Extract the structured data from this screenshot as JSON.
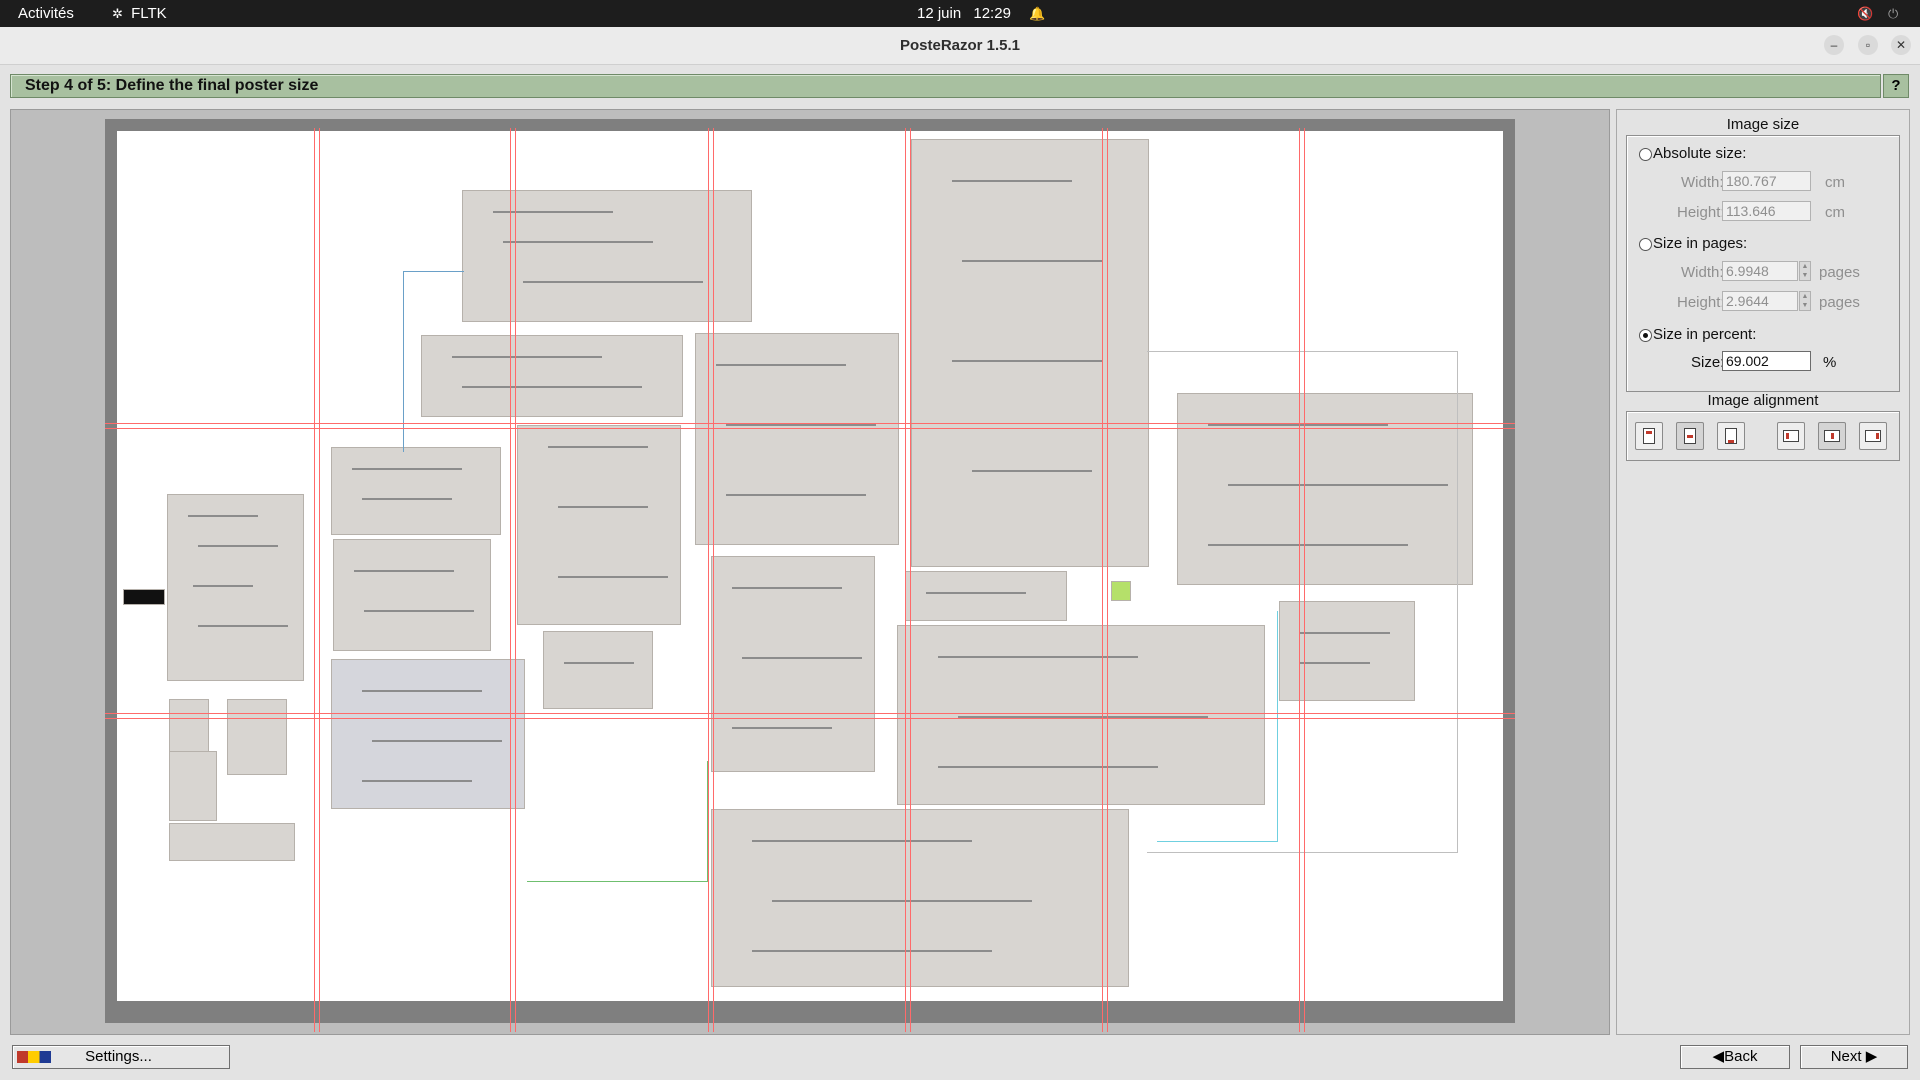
{
  "system_bar": {
    "activities": "Activités",
    "app_name": "FLTK",
    "date": "12 juin",
    "time": "12:29"
  },
  "window": {
    "title": "PosteRazor 1.5.1"
  },
  "step": {
    "title": "Step 4 of 5: Define the final poster size",
    "help_label": "?"
  },
  "image_size": {
    "heading": "Image size",
    "absolute": {
      "label": "Absolute size:",
      "width_label": "Width:",
      "width_value": "180.767",
      "height_label": "Height:",
      "height_value": "113.646",
      "unit": "cm",
      "selected": false
    },
    "pages": {
      "label": "Size in pages:",
      "width_label": "Width:",
      "width_value": "6.9948",
      "height_label": "Height:",
      "height_value": "2.9644",
      "unit": "pages",
      "selected": false
    },
    "percent": {
      "label": "Size in percent:",
      "size_label": "Size:",
      "size_value": "69.002",
      "unit": "%",
      "selected": true
    }
  },
  "image_alignment": {
    "heading": "Image alignment",
    "options": [
      "top",
      "vertical-center",
      "bottom",
      "left",
      "horizontal-center",
      "right"
    ],
    "selected": "vertical-center"
  },
  "footer": {
    "settings_label": "Settings...",
    "back_label": "Back",
    "next_label": "Next"
  },
  "colors": {
    "step_bar": "#a8c0a0",
    "page_grid": "#ff6a6a",
    "preview_bg": "#bdbdbd"
  }
}
